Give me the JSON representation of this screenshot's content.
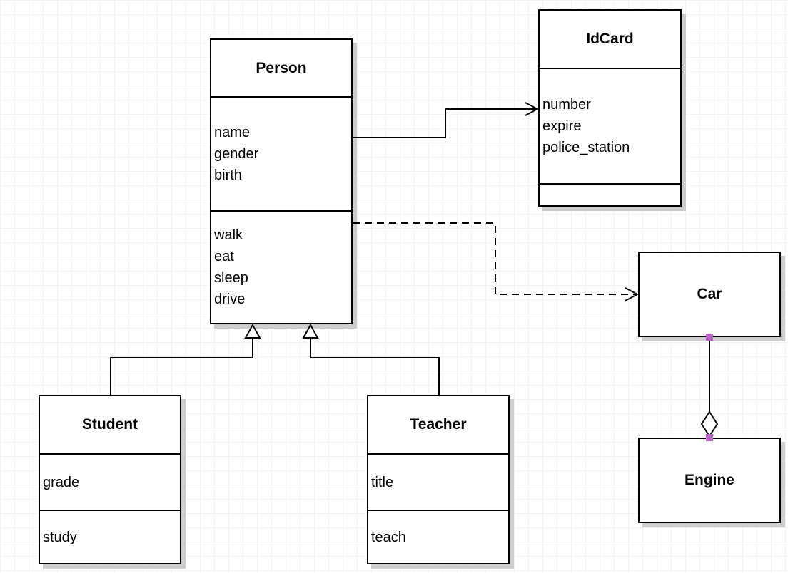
{
  "classes": {
    "person": {
      "title": "Person",
      "attributes": [
        "name",
        "gender",
        "birth"
      ],
      "methods": [
        "walk",
        "eat",
        "sleep",
        "drive"
      ]
    },
    "idcard": {
      "title": "IdCard",
      "attributes": [
        "number",
        "expire",
        "police_station"
      ],
      "methods": []
    },
    "car": {
      "title": "Car",
      "attributes": [],
      "methods": []
    },
    "engine": {
      "title": "Engine",
      "attributes": [],
      "methods": []
    },
    "student": {
      "title": "Student",
      "attributes": [
        "grade"
      ],
      "methods": [
        "study"
      ]
    },
    "teacher": {
      "title": "Teacher",
      "attributes": [
        "title"
      ],
      "methods": [
        "teach"
      ]
    }
  },
  "relationships": [
    {
      "type": "association",
      "from": "Person",
      "to": "IdCard",
      "line": "solid",
      "arrowhead": "open"
    },
    {
      "type": "dependency",
      "from": "Person",
      "to": "Car",
      "line": "dashed",
      "arrowhead": "open"
    },
    {
      "type": "generalization",
      "from": "Student",
      "to": "Person",
      "line": "solid",
      "arrowhead": "hollow-triangle"
    },
    {
      "type": "generalization",
      "from": "Teacher",
      "to": "Person",
      "line": "solid",
      "arrowhead": "hollow-triangle"
    },
    {
      "type": "aggregation",
      "from": "Car",
      "to": "Engine",
      "line": "solid",
      "arrowhead": "hollow-diamond",
      "selected": true
    }
  ],
  "colors": {
    "stroke": "#000000",
    "box_fill": "#ffffff",
    "shadow": "#cdcdcd",
    "grid_line": "#f3f3f6",
    "background": "#ffffff",
    "selection_handle": "#b763c4"
  }
}
